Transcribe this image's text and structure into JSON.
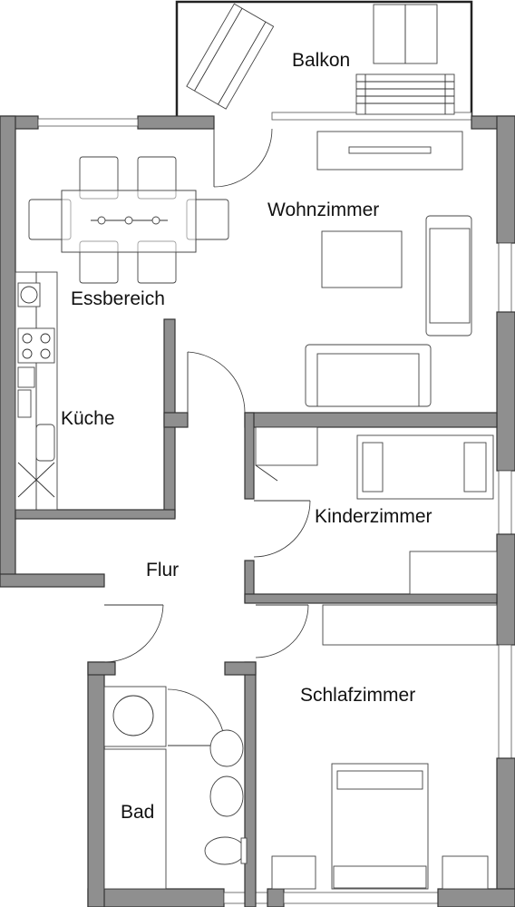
{
  "rooms": {
    "balkon": "Balkon",
    "wohnzimmer": "Wohnzimmer",
    "essbereich": "Essbereich",
    "kueche": "Küche",
    "flur": "Flur",
    "kinderzimmer": "Kinderzimmer",
    "schlafzimmer": "Schlafzimmer",
    "bad": "Bad"
  }
}
